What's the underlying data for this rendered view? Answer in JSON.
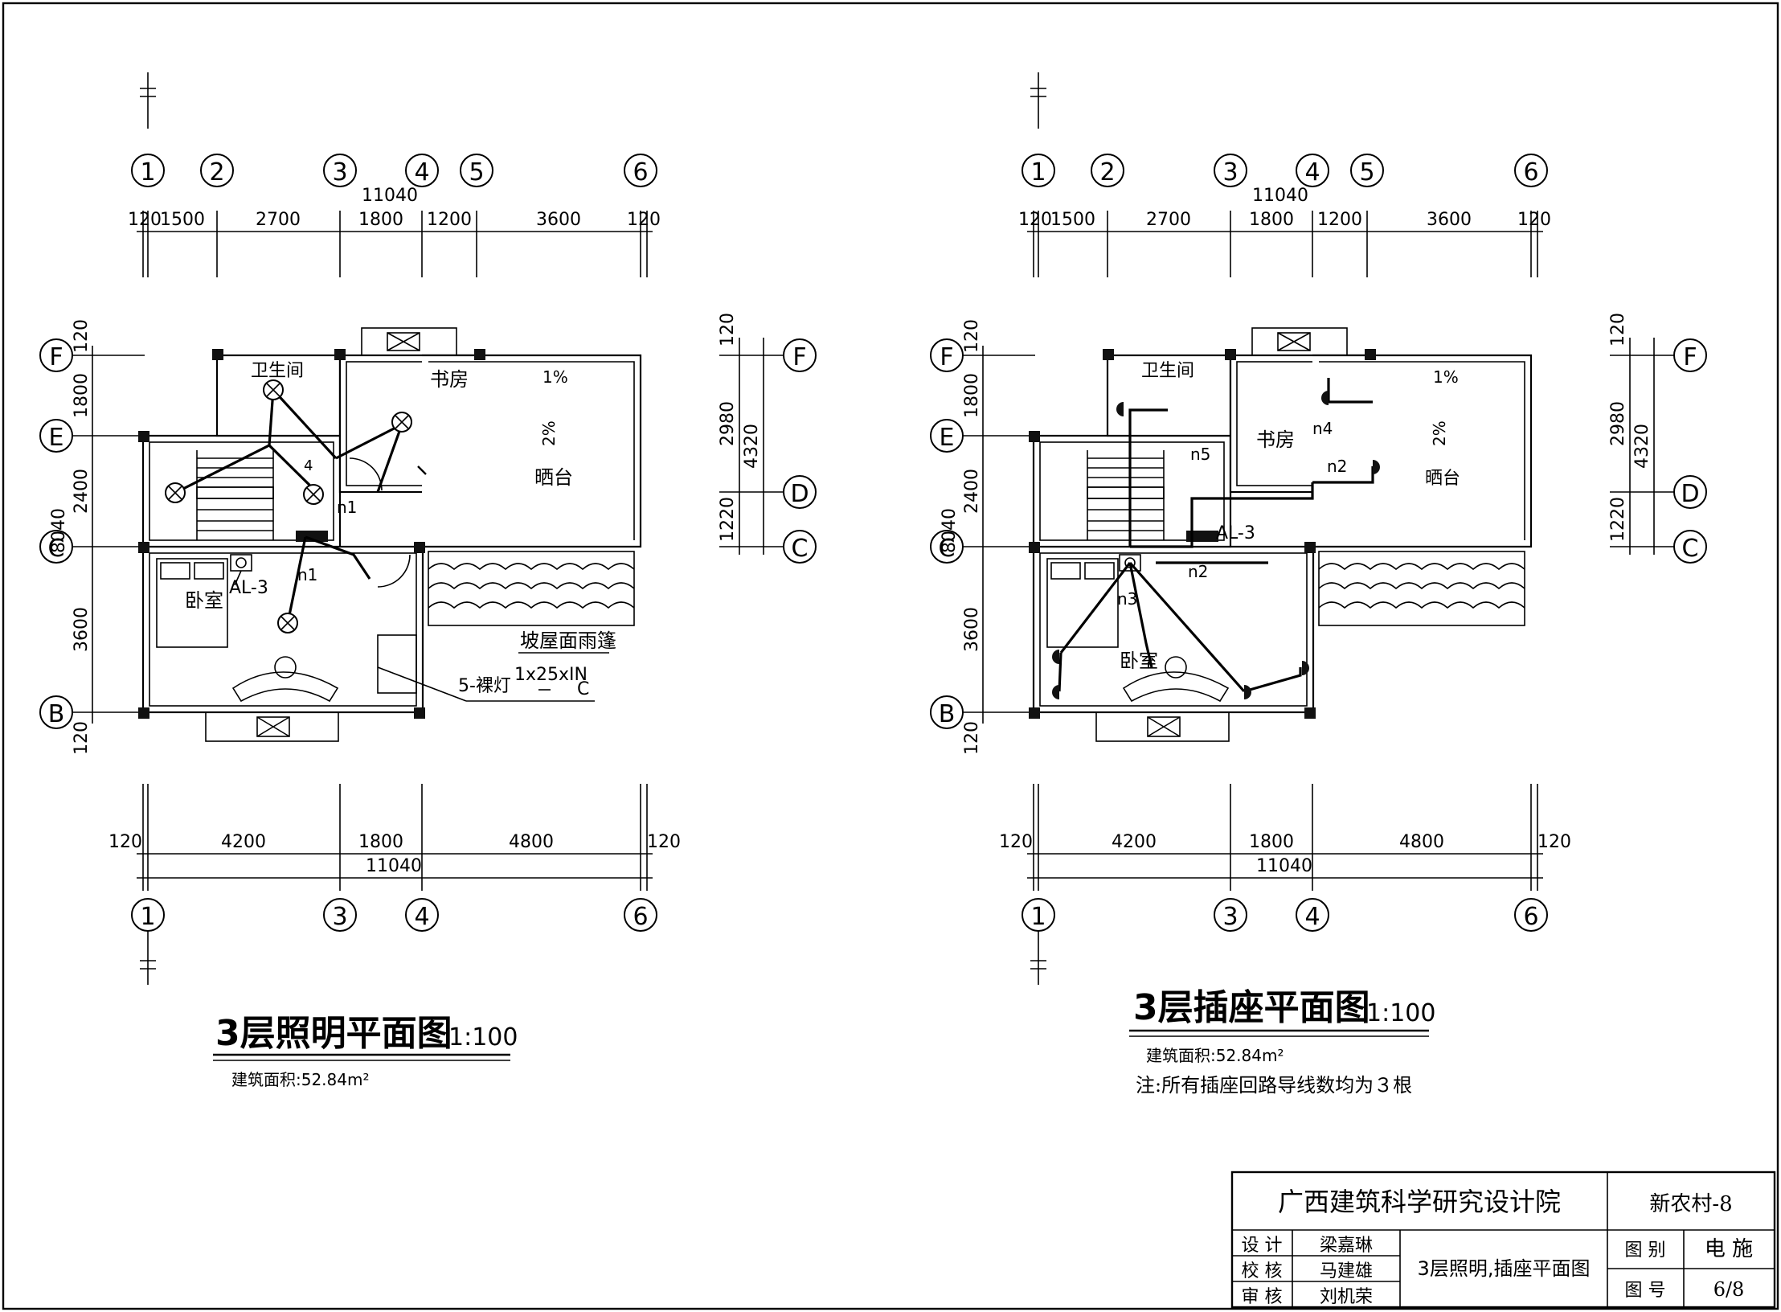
{
  "left_plan": {
    "top_axes": [
      "1",
      "2",
      "3",
      "4",
      "5",
      "6"
    ],
    "top_dims": [
      "120",
      "1500",
      "2700",
      "1800",
      "1200",
      "3600",
      "120"
    ],
    "top_total": "11040",
    "bottom_axes": [
      "1",
      "3",
      "4",
      "6"
    ],
    "bottom_dims": [
      "120",
      "4200",
      "1800",
      "4800",
      "120"
    ],
    "bottom_total": "11040",
    "left_axes": [
      "F",
      "E",
      "C",
      "B"
    ],
    "left_dims": [
      "120",
      "1800",
      "2400",
      "3600",
      "120"
    ],
    "left_total": "8040",
    "right_axes": [
      "F",
      "D",
      "C"
    ],
    "right_dims": [
      "120",
      "2980",
      "1220"
    ],
    "right_total": "4320",
    "rooms": {
      "bath": "卫生间",
      "study": "书房",
      "terrace": "晒台",
      "bedroom": "卧室"
    },
    "slope": "1%",
    "slope2": "2%",
    "panel": "AL-3",
    "circuit_n1a": "n1",
    "circuit_n1b": "n1",
    "wire_count": "4",
    "canopy": "坡屋面雨篷",
    "lamp_label": "5-裸灯",
    "lamp_spec": "1x25xIN",
    "lamp_mount": "C",
    "title": "3层照明平面图",
    "scale": "1:100",
    "area": "建筑面积:52.84m²"
  },
  "right_plan": {
    "top_axes": [
      "1",
      "2",
      "3",
      "4",
      "5",
      "6"
    ],
    "top_dims": [
      "120",
      "1500",
      "2700",
      "1800",
      "1200",
      "3600",
      "120"
    ],
    "top_total": "11040",
    "bottom_axes": [
      "1",
      "3",
      "4",
      "6"
    ],
    "bottom_dims": [
      "120",
      "4200",
      "1800",
      "4800",
      "120"
    ],
    "bottom_total": "11040",
    "left_axes": [
      "F",
      "E",
      "C",
      "B"
    ],
    "left_dims": [
      "120",
      "1800",
      "2400",
      "3600",
      "120"
    ],
    "left_total": "8040",
    "right_axes": [
      "F",
      "D",
      "C"
    ],
    "right_dims": [
      "120",
      "2980",
      "1220"
    ],
    "right_total": "4320",
    "rooms": {
      "bath": "卫生间",
      "study": "书房",
      "terrace": "晒台",
      "bedroom": "卧室"
    },
    "slope": "1%",
    "slope2": "2%",
    "panel": "AL-3",
    "circuits": [
      "n2",
      "n3",
      "n4",
      "n5",
      "n2"
    ],
    "title": "3层插座平面图",
    "scale": "1:100",
    "area": "建筑面积:52.84m²",
    "note": "注:所有插座回路导线数均为３根"
  },
  "title_block": {
    "institute": "广西建筑科学研究设计院",
    "project": "新农村-8",
    "design_label": "设 计",
    "design_name": "梁嘉琳",
    "check_label": "校 核",
    "check_name": "马建雄",
    "review_label": "审 核",
    "review_name": "刘机荣",
    "drawing_name": "3层照明,插座平面图",
    "category_label": "图 别",
    "category": "电 施",
    "number_label": "图 号",
    "number": "6/8"
  }
}
